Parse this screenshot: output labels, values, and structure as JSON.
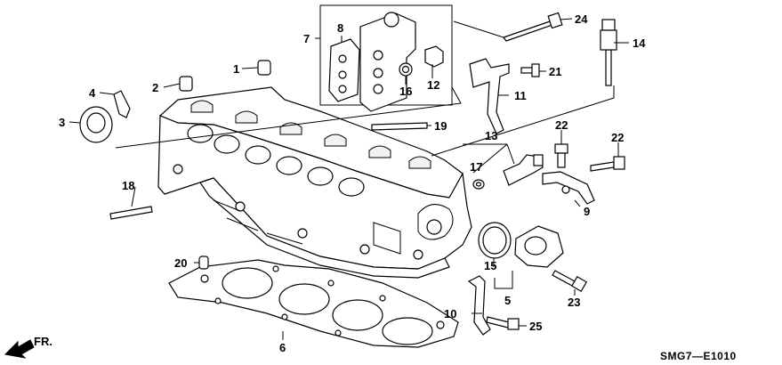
{
  "diagram_code": "SMG7—E1010",
  "direction_label": "FR.",
  "callouts": {
    "p1": "1",
    "p2": "2",
    "p3": "3",
    "p4": "4",
    "p5": "5",
    "p6": "6",
    "p7": "7",
    "p8": "8",
    "p9": "9",
    "p10": "10",
    "p11": "11",
    "p12": "12",
    "p13": "13",
    "p14": "14",
    "p15": "15",
    "p16": "16",
    "p17": "17",
    "p18": "18",
    "p19": "19",
    "p20": "20",
    "p21": "21",
    "p22a": "22",
    "p22b": "22",
    "p23": "23",
    "p24": "24",
    "p25": "25"
  }
}
